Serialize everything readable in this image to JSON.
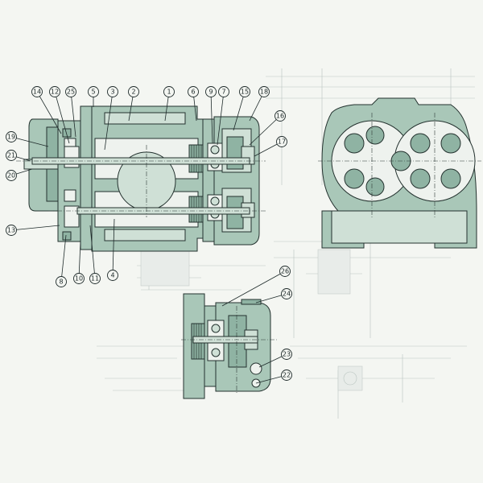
{
  "diagram": {
    "callouts": [
      "1",
      "2",
      "3",
      "4",
      "5",
      "6",
      "7",
      "8",
      "9",
      "10",
      "11",
      "12",
      "13",
      "14",
      "15",
      "16",
      "17",
      "18",
      "19",
      "20",
      "21",
      "22",
      "23",
      "24",
      "25",
      "26"
    ]
  },
  "colors": {
    "body": "#a9c7b8",
    "body_dark": "#8fb3a3",
    "line": "#24322f",
    "background": "#f4f6f2"
  }
}
